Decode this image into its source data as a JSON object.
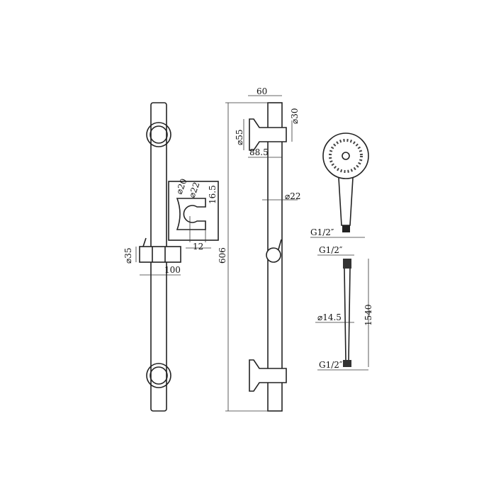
{
  "labels": {
    "width_60": "60",
    "dia_30": "⌀30",
    "dia_55": "⌀55",
    "len_88_5": "88.5",
    "rail_dia_22": "⌀22",
    "height_606": "606",
    "clip_dia_20": "⌀20",
    "clip_dia_22": "⌀22",
    "clip_16_5": "16.5",
    "clip_12": "12",
    "slider_dia_35": "⌀35",
    "slider_100": "100",
    "thread_head": "G1/2″",
    "thread_hose_top": "G1/2″",
    "hose_dia": "⌀14.5",
    "hose_len": "1540",
    "thread_hose_bottom": "G1/2″"
  }
}
